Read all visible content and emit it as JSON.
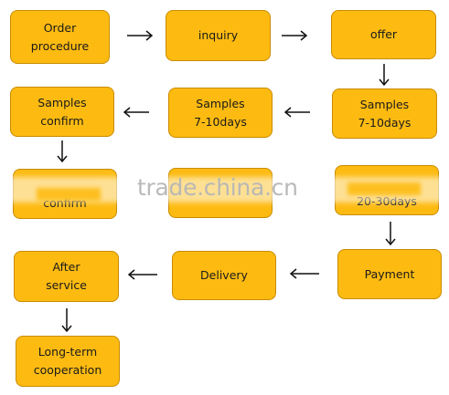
{
  "nodes": {
    "order_procedure": "Order\nprocedure",
    "inquiry": "inquiry",
    "offer": "offer",
    "samples_7_10_right": "Samples\n7-10days",
    "samples_7_10_mid": "Samples\n7-10days",
    "samples_confirm": "Samples\nconfirm",
    "confirm_row3": "confirm",
    "mid_row3": "",
    "days_row3": "20-30days",
    "payment": "Payment",
    "delivery": "Delivery",
    "after_service": "After\nservice",
    "long_term": "Long-term\ncooperation"
  },
  "watermark": "trade.china.cn",
  "colors": {
    "box_fill": "#fdbb12",
    "box_border": "#c98b00",
    "arrow": "#111111",
    "watermark": "#b6b6b6"
  }
}
